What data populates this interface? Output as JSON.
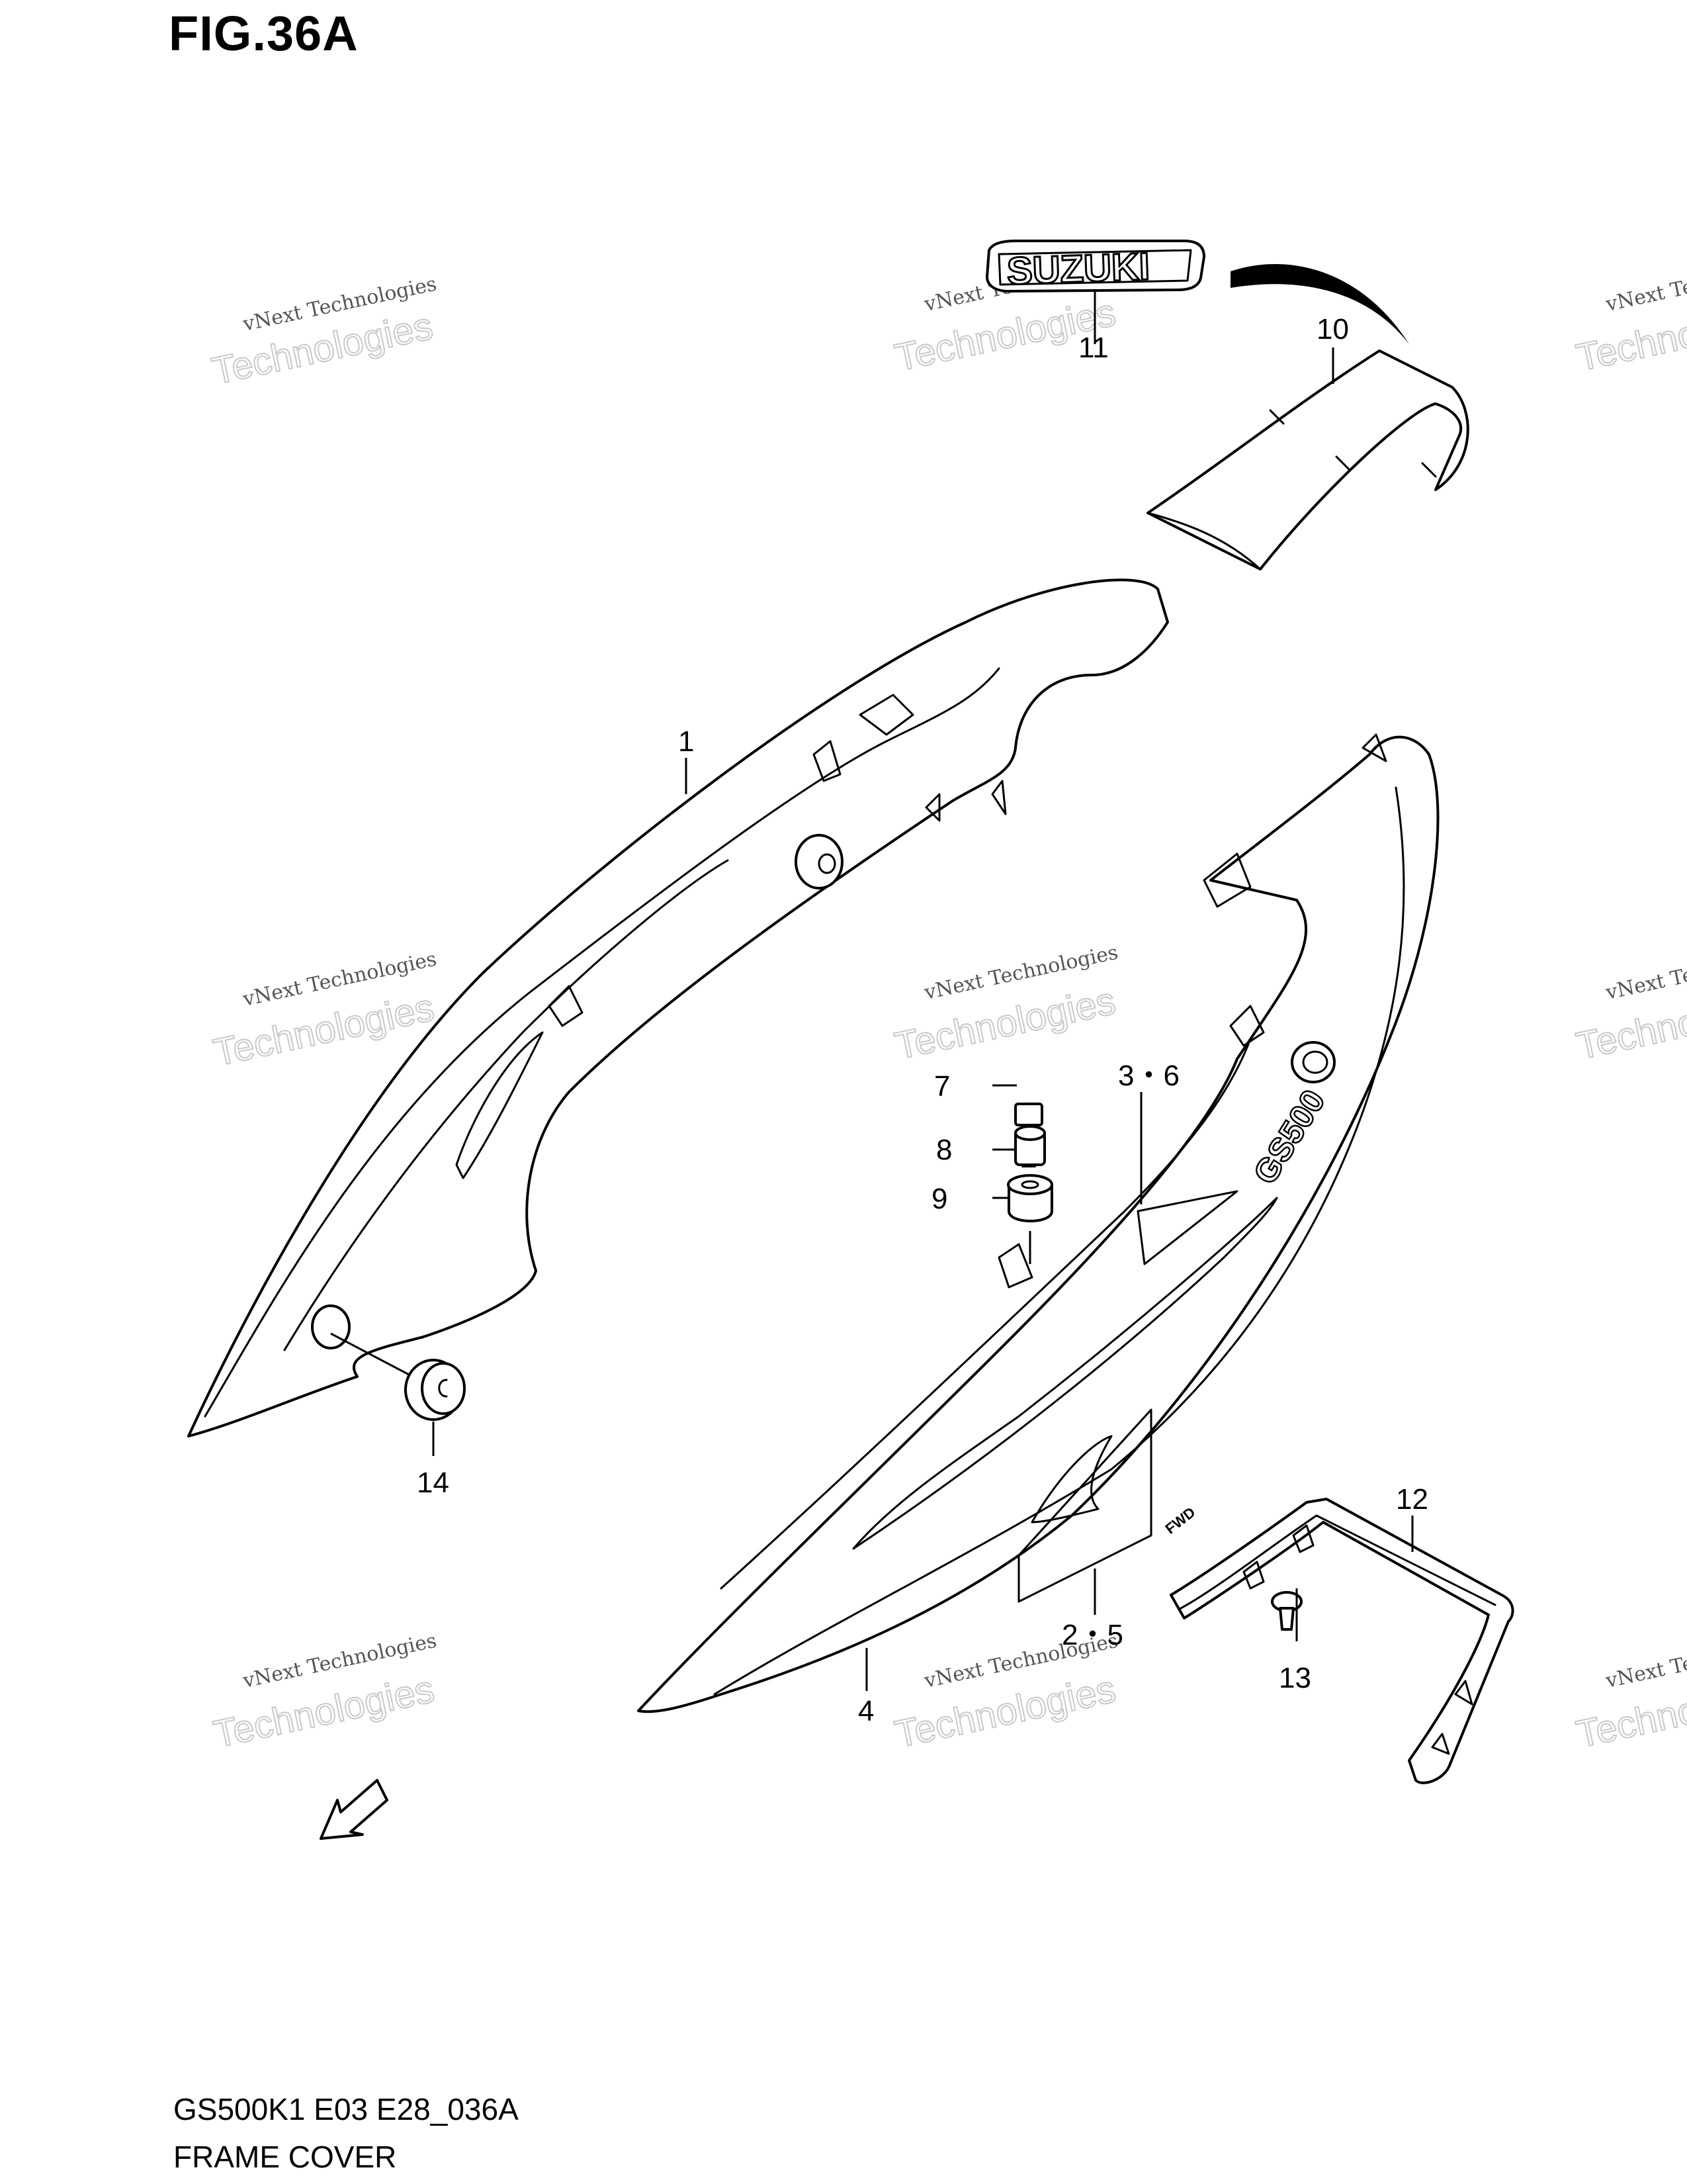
{
  "figure": {
    "title": "FIG.36A"
  },
  "footer": {
    "code": "GS500K1 E03 E28_036A",
    "name": "FRAME COVER"
  },
  "watermark": {
    "line1": "vNext Technologies",
    "line2": "Technologies",
    "line3": "vNext"
  },
  "callouts": {
    "p1": "1",
    "p2_5": "2・5",
    "p3_6": "3・6",
    "p4": "4",
    "p7": "7",
    "p8": "8",
    "p9": "9",
    "p10": "10",
    "p11": "11",
    "p12": "12",
    "p13": "13",
    "p14": "14"
  },
  "emblem": {
    "text": "SUZUKI"
  },
  "decal": {
    "text": "GS500"
  },
  "fwd_arrow": {
    "text": "FWD"
  }
}
